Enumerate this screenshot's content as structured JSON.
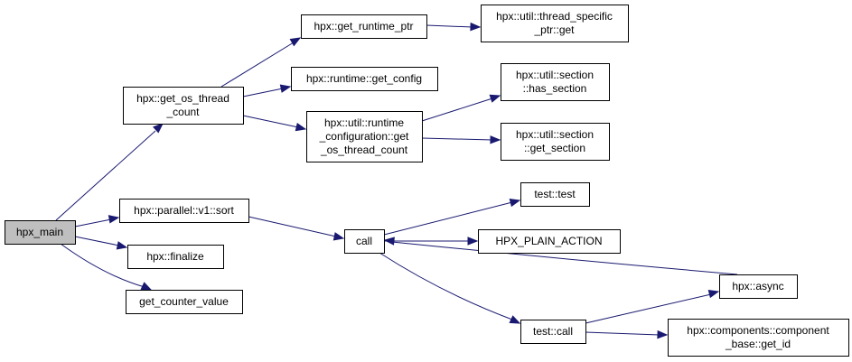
{
  "colors": {
    "edge": "#191970",
    "root_fill": "#bfbfbf",
    "node_fill": "#ffffff",
    "border": "#000000"
  },
  "nodes": {
    "hpx_main": [
      "hpx_main"
    ],
    "get_os_thread_count": [
      "hpx::get_os_thread",
      "_count"
    ],
    "sort": [
      "hpx::parallel::v1::sort"
    ],
    "finalize": [
      "hpx::finalize"
    ],
    "get_counter_value": [
      "get_counter_value"
    ],
    "get_runtime_ptr": [
      "hpx::get_runtime_ptr"
    ],
    "get_config": [
      "hpx::runtime::get_config"
    ],
    "runtime_configuration": [
      "hpx::util::runtime",
      "_configuration::get",
      "_os_thread_count"
    ],
    "thread_specific_ptr_get": [
      "hpx::util::thread_specific",
      "_ptr::get"
    ],
    "has_section": [
      "hpx::util::section",
      "::has_section"
    ],
    "get_section": [
      "hpx::util::section",
      "::get_section"
    ],
    "call": [
      "call"
    ],
    "test_test": [
      "test::test"
    ],
    "hpx_plain_action": [
      "HPX_PLAIN_ACTION"
    ],
    "test_call": [
      "test::call"
    ],
    "hpx_async": [
      "hpx::async"
    ],
    "get_id": [
      "hpx::components::component",
      "_base::get_id"
    ]
  }
}
